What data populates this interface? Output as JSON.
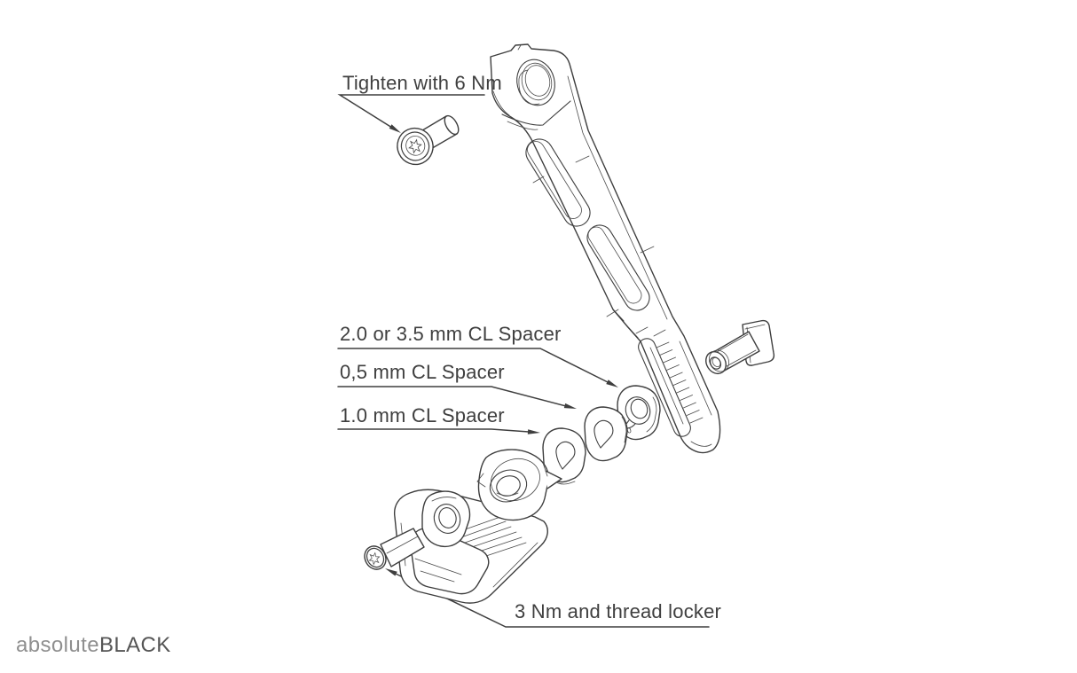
{
  "diagram": {
    "callouts": [
      "Tighten with 6 Nm",
      "2.0 or 3.5 mm CL Spacer",
      "0,5 mm CL Spacer",
      "1.0 mm CL Spacer",
      "3 Nm and thread locker"
    ],
    "marking_2_0": "2.0",
    "logo_prefix": "absolute",
    "logo_suffix": "BLACK",
    "colors": {
      "background": "#ffffff",
      "line": "#3e3e3e",
      "text": "#3f3f3f",
      "logo_prefix": "#8f8f8f",
      "logo_suffix": "#555555"
    }
  }
}
